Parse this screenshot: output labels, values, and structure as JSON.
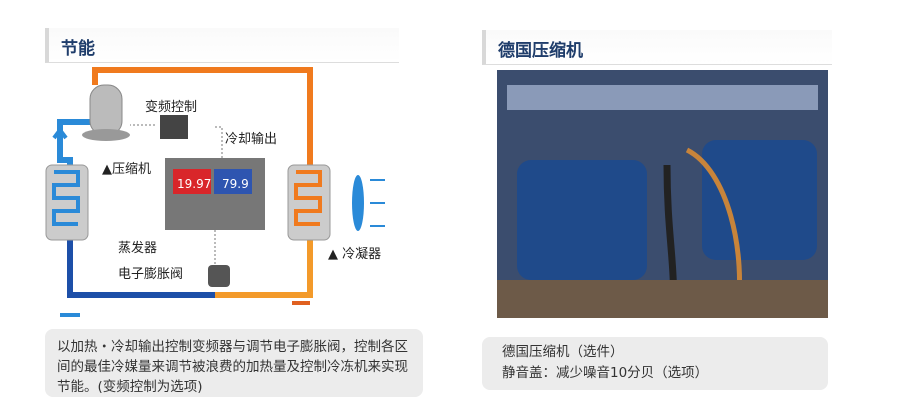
{
  "left": {
    "title": "节能",
    "labels": {
      "inverter": "变频控制",
      "compressor": "▲压缩机",
      "cooling_output": "冷却输出",
      "evaporator": "蒸发器",
      "eev": "电子膨胀阀",
      "condenser": "▲ 冷凝器"
    },
    "controller": {
      "temp": "19.97",
      "humidity": "79.9"
    },
    "description": "以加热・冷却输出控制变频器与调节电子膨胀阀，控制各区间的最佳冷媒量来调节被浪费的加热量及控制冷冻机来实现节能。(变频控制为选项)"
  },
  "right": {
    "title": "德国压缩机",
    "line1": "德国压缩机（选件）",
    "line2": "静音盖：减少噪音10分贝（选项）"
  },
  "colors": {
    "hot": "#f07a1e",
    "cold": "#2a8ad8",
    "title": "#1f3d6b"
  }
}
